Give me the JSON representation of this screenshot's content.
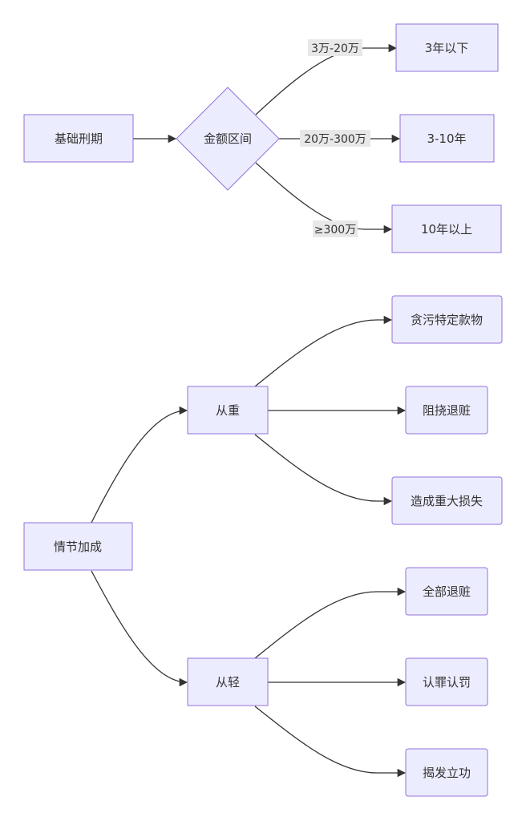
{
  "nodes": {
    "base": "基础刑期",
    "amount": "金额区间",
    "t1": "3年以下",
    "t2": "3-10年",
    "t3": "10年以上",
    "plot": "情节加成",
    "heavy": "从重",
    "light": "从轻",
    "h1": "贪污特定款物",
    "h2": "阻挠退赃",
    "h3": "造成重大损失",
    "l1": "全部退赃",
    "l2": "认罪认罚",
    "l3": "揭发立功"
  },
  "edge_labels": {
    "e1": "3万-20万",
    "e2": "20万-300万",
    "e3": "≥300万"
  },
  "colors": {
    "node_fill": "#ECECFF",
    "node_stroke": "#9370DB",
    "edge": "#333333",
    "label_bg": "#e8e8e8"
  }
}
